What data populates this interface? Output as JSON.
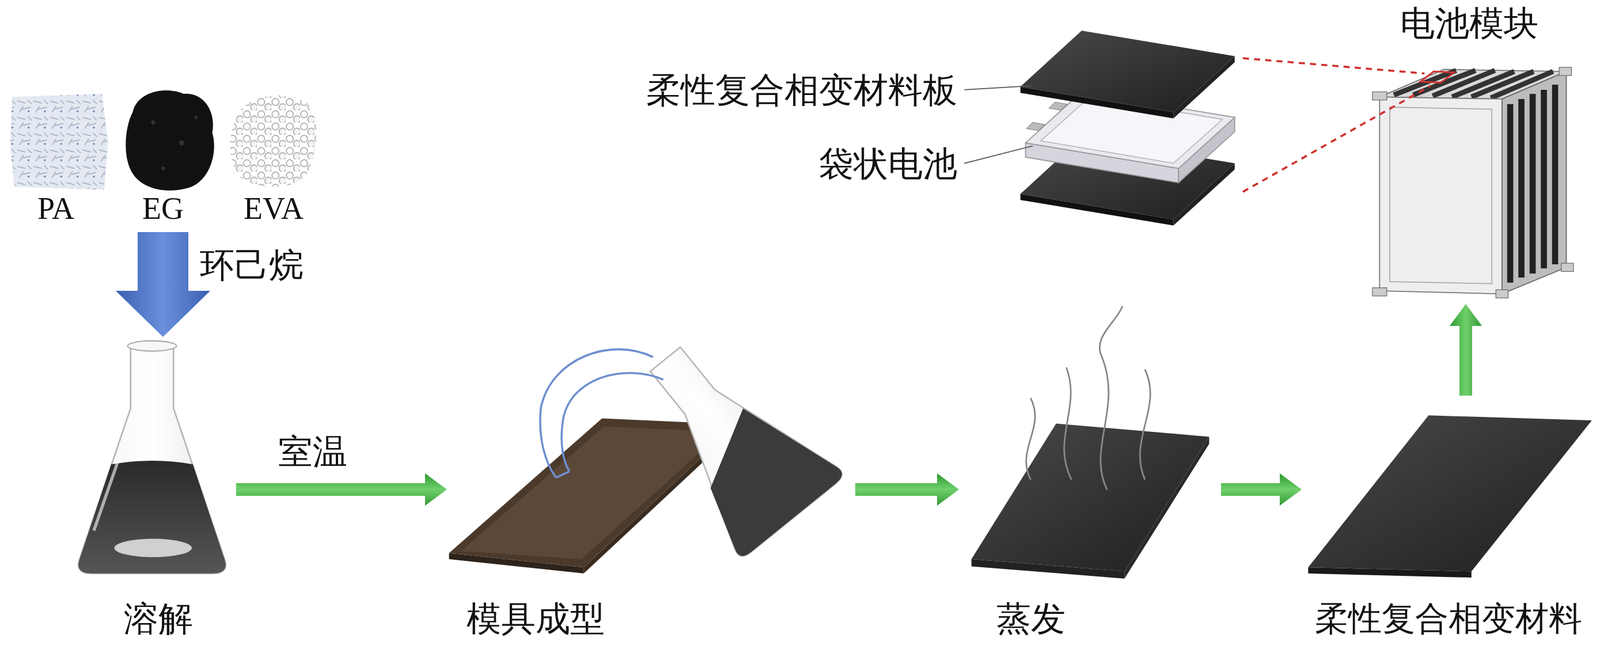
{
  "diagram": {
    "nodes": [
      {
        "text": [
          "PA"
        ]
      },
      {
        "text": [
          "EG"
        ]
      },
      {
        "text": [
          "EVA"
        ]
      },
      {
        "text": [
          "溶解"
        ]
      },
      {
        "text": [
          "模具成型"
        ]
      },
      {
        "text": [
          "蒸发"
        ]
      },
      {
        "text": [
          "柔性复合相变材料"
        ]
      },
      {
        "text": [
          "电池模块"
        ]
      }
    ],
    "edges": [
      {
        "from": 1,
        "to": 3,
        "arrow": "to",
        "label": "环己烷"
      },
      {
        "from": 3,
        "to": 4,
        "arrow": "to",
        "label": "室温"
      },
      {
        "from": 4,
        "to": 5,
        "arrow": "to"
      },
      {
        "from": 5,
        "to": 6,
        "arrow": "to"
      },
      {
        "from": 6,
        "to": 7,
        "arrow": "to"
      }
    ],
    "labels": [
      "柔性复合相变材料板",
      "袋状电池"
    ]
  }
}
